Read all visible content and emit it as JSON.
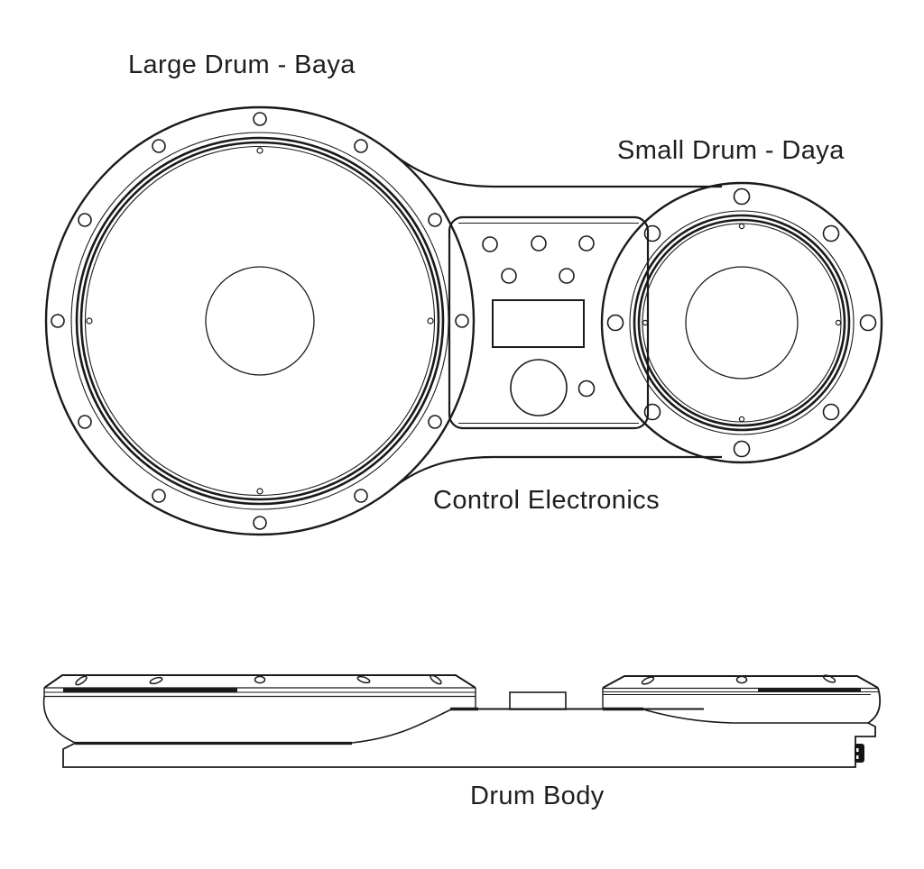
{
  "labels": {
    "large_drum": "Large Drum - Baya",
    "small_drum": "Small Drum - Daya",
    "control_electronics": "Control Electronics",
    "drum_body": "Drum Body"
  },
  "colors": {
    "background": "#ffffff",
    "line": "#1a1a1a",
    "text": "#1f1f1f"
  }
}
